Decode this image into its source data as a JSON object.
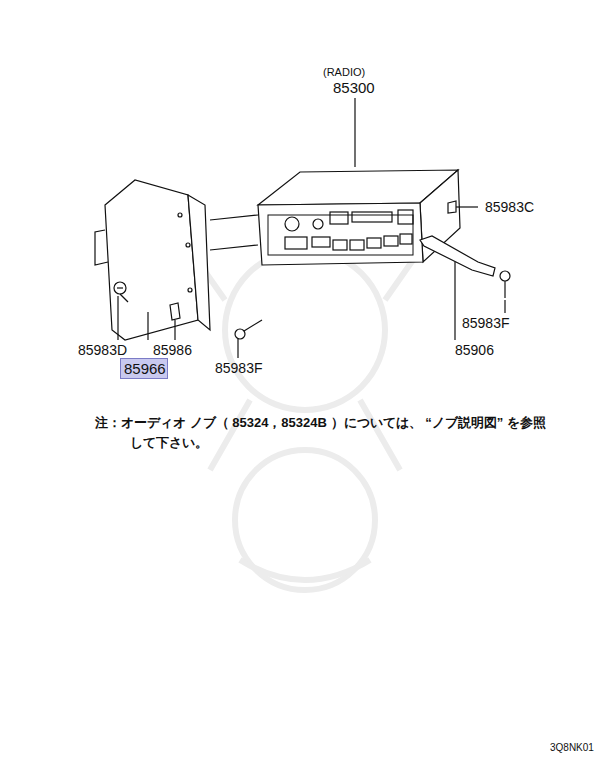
{
  "diagram": {
    "nodes": [
      {
        "text": [
          "85966"
        ]
      }
    ],
    "labels": [
      "(RADIO)",
      "85300",
      "85983C",
      "85983F",
      "85906",
      "85983D",
      "85986",
      "85983F",
      "注：オーディオ ノブ（ 85324，85324B ）については、 “ノブ説明図” を参照して下さい。",
      "3Q8NK01"
    ]
  }
}
